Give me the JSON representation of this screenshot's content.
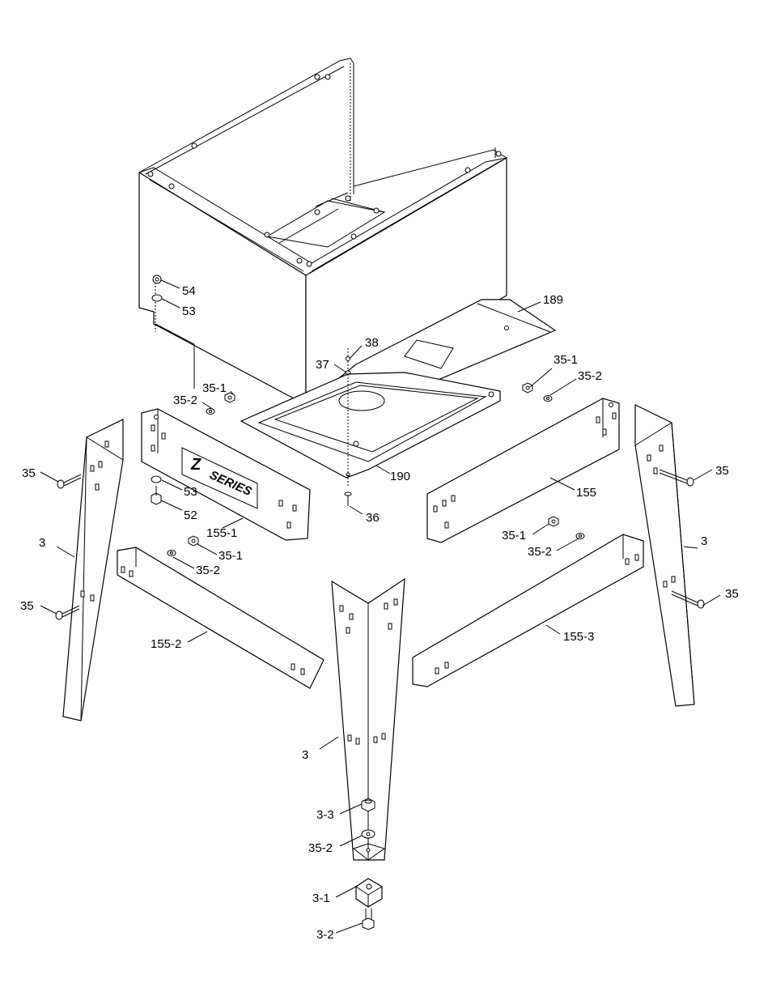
{
  "callouts": {
    "c54": "54",
    "c53a": "53",
    "c189": "189",
    "c38": "38",
    "c37": "37",
    "c35_1a": "35-1",
    "c35_2a": "35-2",
    "c35_1b": "35-1",
    "c35_2b": "35-2",
    "c35a": "35",
    "c53b": "53",
    "c52": "52",
    "c155_1": "155-1",
    "c190": "190",
    "c36": "36",
    "c155": "155",
    "c35b": "35",
    "c3a": "3",
    "c3b": "3",
    "c35_1c": "35-1",
    "c35_2c": "35-2",
    "c35_1d": "35-1",
    "c35_2d": "35-2",
    "c35c": "35",
    "c35d": "35",
    "c155_2": "155-2",
    "c155_3": "155-3",
    "c3c": "3",
    "c3_3": "3-3",
    "c35_2e": "35-2",
    "c3_1": "3-1",
    "c3_2": "3-2"
  },
  "logo_text": "SERIES",
  "logo_mark": "Z"
}
